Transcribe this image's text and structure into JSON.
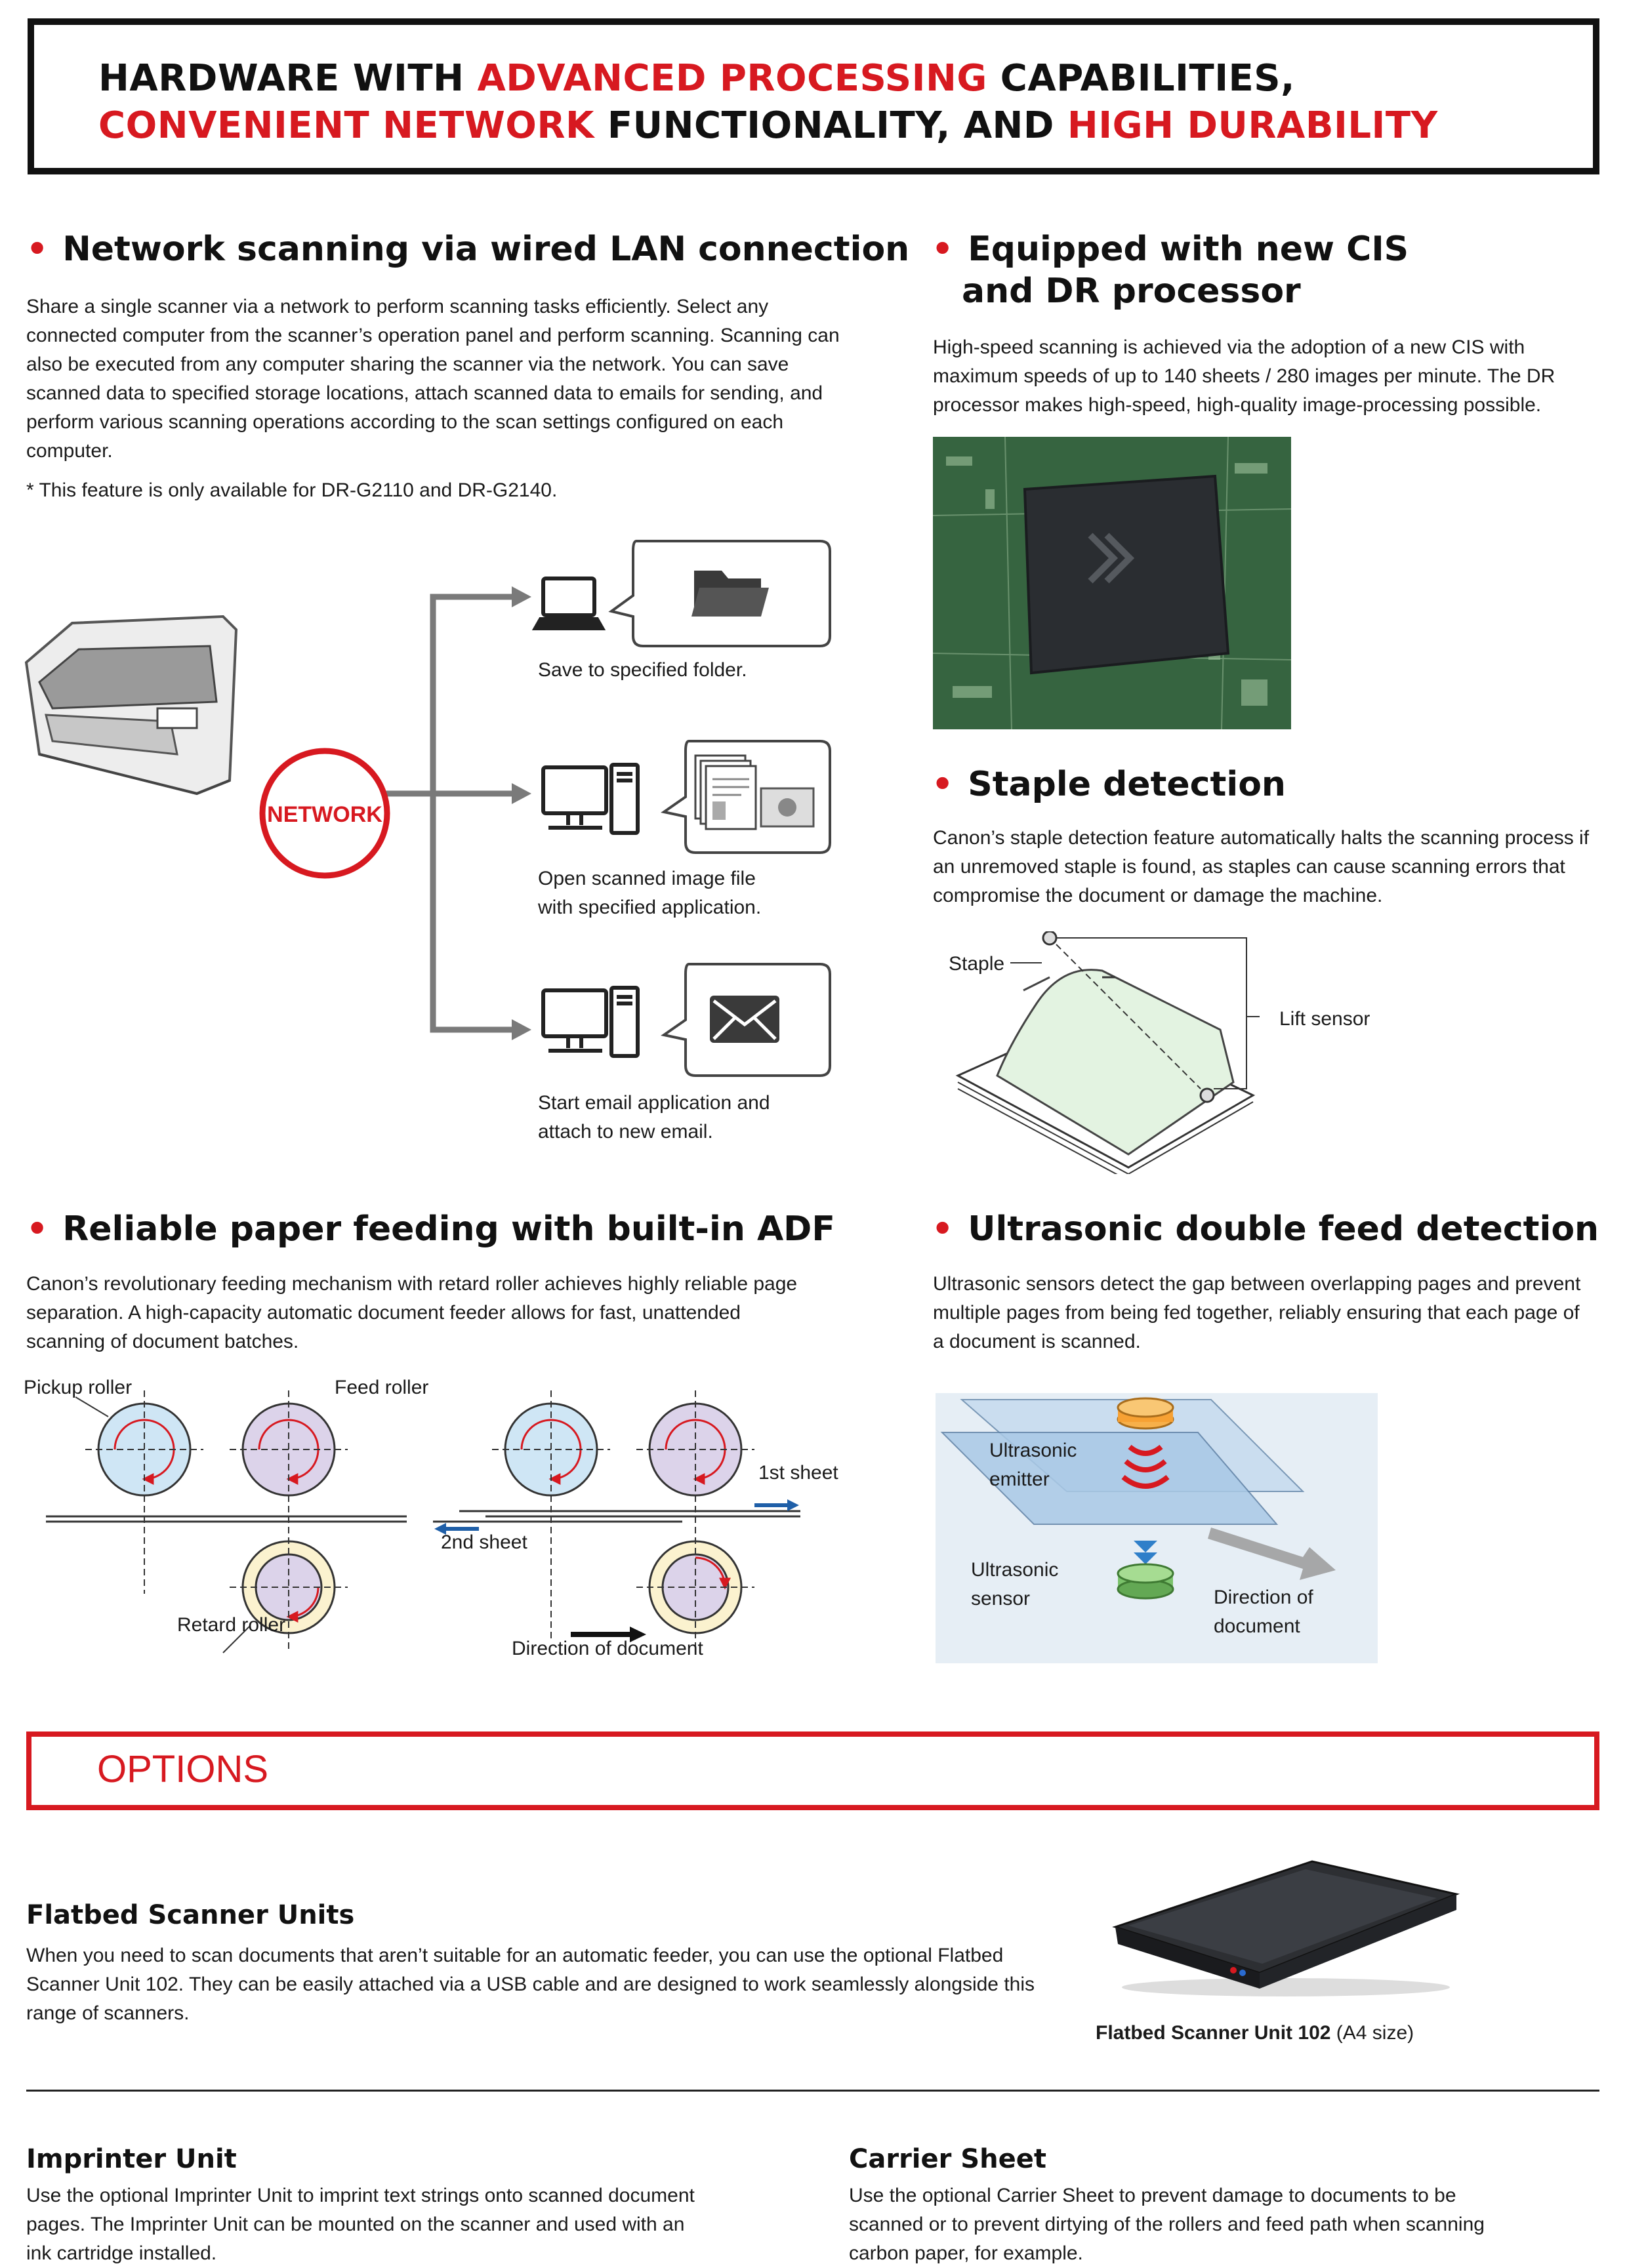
{
  "headline": {
    "line1_a": "HARDWARE WITH ",
    "line1_b": "ADVANCED PROCESSING",
    "line1_c": " CAPABILITIES,",
    "line2_a": "CONVENIENT NETWORK",
    "line2_b": " FUNCTIONALITY, AND ",
    "line2_c": "HIGH DURABILITY"
  },
  "network": {
    "title": "Network scanning via wired LAN connection",
    "body": "Share a single scanner via a network to perform scanning tasks efficiently. Select any connected computer from the scanner’s operation panel and perform scanning. Scanning can also be executed from any computer sharing the scanner via the network. You can save scanned data to specified storage locations, attach scanned data to emails for sending, and perform various scanning operations according to the scan settings configured on each computer.",
    "note": "* This feature is only available for DR-G2110 and DR-G2140.",
    "diagram": {
      "hub_label": "NETWORK",
      "cap1": "Save to specified folder.",
      "cap2_l1": "Open scanned image file",
      "cap2_l2": "with specified application.",
      "cap3_l1": "Start email application and",
      "cap3_l2": "attach to new email."
    }
  },
  "cis": {
    "title_l1": "Equipped with new CIS",
    "title_l2": "and DR processor",
    "body": "High-speed scanning is achieved via the adoption of a new CIS with maximum speeds of up to 140 sheets / 280 images per minute. The DR processor makes high-speed, high-quality image-processing possible."
  },
  "staple": {
    "title": "Staple detection",
    "body": "Canon’s staple detection feature automatically halts the scanning process if an unremoved staple is found, as staples can cause scanning errors that compromise the document or damage the machine.",
    "label_staple": "Staple",
    "label_lift": "Lift sensor"
  },
  "adf": {
    "title": "Reliable paper feeding with built-in ADF",
    "body": "Canon’s revolutionary feeding mechanism with retard roller achieves highly reliable page separation. A high-capacity automatic document feeder allows for fast, unattended scanning of document batches.",
    "label_pickup": "Pickup roller",
    "label_feed": "Feed roller",
    "label_retard": "Retard roller",
    "label_first": "1st sheet",
    "label_second": "2nd sheet",
    "label_direction": "Direction of document"
  },
  "ultrasonic": {
    "title": "Ultrasonic double feed detection",
    "body": "Ultrasonic sensors detect the gap between overlapping pages and prevent multiple pages from being fed together, reliably ensuring that each page of a document is scanned.",
    "label_emitter_l1": "Ultrasonic",
    "label_emitter_l2": "emitter",
    "label_sensor_l1": "Ultrasonic",
    "label_sensor_l2": "sensor",
    "label_dir_l1": "Direction of",
    "label_dir_l2": "document"
  },
  "options": {
    "title": "OPTIONS",
    "flatbed": {
      "title": "Flatbed Scanner Units",
      "body": "When you need to scan documents that aren’t suitable for an automatic feeder, you can use the optional Flatbed Scanner Unit 102. They can be easily attached via a USB cable and are designed to work seamlessly alongside this range of scanners.",
      "caption_bold": "Flatbed Scanner Unit 102",
      "caption_rest": " (A4 size)"
    },
    "imprinter": {
      "title": "Imprinter Unit",
      "body": "Use the optional Imprinter Unit to imprint text strings onto scanned document pages. The Imprinter Unit can be mounted on the scanner and used with an ink cartridge installed."
    },
    "carrier": {
      "title": "Carrier Sheet",
      "body": "Use the optional Carrier Sheet to prevent damage to documents to be scanned or to prevent dirtying of the rollers and feed path when scanning carbon paper, for example."
    }
  }
}
